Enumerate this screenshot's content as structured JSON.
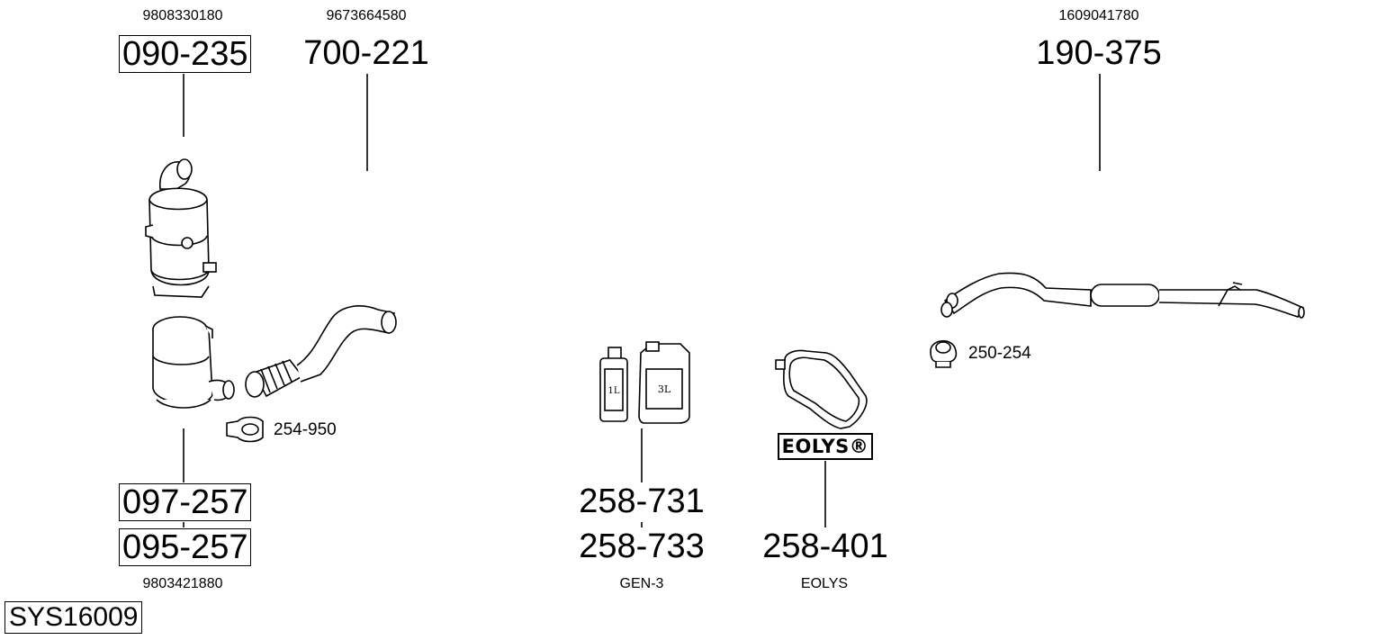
{
  "parts": {
    "p1": {
      "oem": "9808330180",
      "number": "090-235"
    },
    "p2": {
      "oem": "9673664580",
      "number": "700-221"
    },
    "p3": {
      "oem": "1609041780",
      "number": "190-375"
    },
    "p4": {
      "number": "097-257"
    },
    "p5": {
      "oem": "9803421880",
      "number": "095-257"
    },
    "clamp1": {
      "number": "254-950"
    },
    "clamp2": {
      "number": "250-254"
    },
    "fluid": {
      "number_1": "258-731",
      "number_2": "258-733",
      "caption": "GEN-3",
      "bottle_small": "1L",
      "bottle_large": "3L"
    },
    "eolys": {
      "number": "258-401",
      "caption": "EOLYS",
      "logo": "EOLYS®"
    }
  },
  "system": {
    "id": "SYS16009"
  }
}
